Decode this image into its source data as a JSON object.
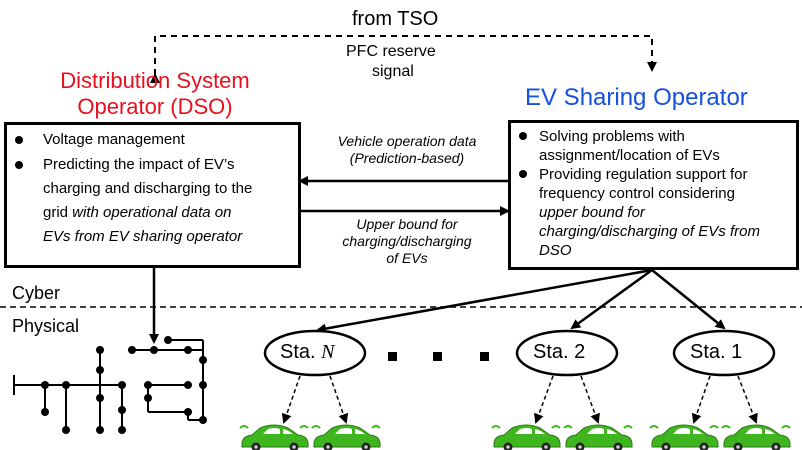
{
  "top_label": "from TSO",
  "pfc_label": [
    "PFC reserve",
    "signal"
  ],
  "dso": {
    "title": [
      "Distribution System",
      "Operator (DSO)"
    ],
    "title_color": "#e8101c",
    "items": [
      {
        "text": "Voltage management"
      },
      {
        "lines": [
          "Predicting the impact of EV’s",
          "charging and discharging to the",
          "grid",
          " with operational data on",
          "EVs from EV sharing operator"
        ]
      }
    ]
  },
  "ev_operator": {
    "title": "EV Sharing Operator",
    "title_color": "#1550e0",
    "items": [
      {
        "lines": [
          "Solving problems with",
          "assignment/location of EVs"
        ]
      },
      {
        "lines": [
          "Providing regulation support for",
          "frequency control considering",
          "upper bound for",
          "charging/discharging of EVs from",
          "DSO"
        ]
      }
    ]
  },
  "arrow_labels": {
    "to_dso": [
      "Vehicle operation data",
      "(Prediction-based)"
    ],
    "to_ev": [
      "Upper bound for",
      "charging/discharging",
      "of EVs"
    ]
  },
  "layers": {
    "cyber": "Cyber",
    "physical": "Physical"
  },
  "stations": [
    {
      "prefix": "Sta. ",
      "suffix": "N"
    },
    {
      "prefix": "Sta. ",
      "suffix": "2"
    },
    {
      "prefix": "Sta. ",
      "suffix": "1"
    }
  ],
  "colors": {
    "car_body": "#3fb51f",
    "car_dark": "#2a7a14"
  }
}
